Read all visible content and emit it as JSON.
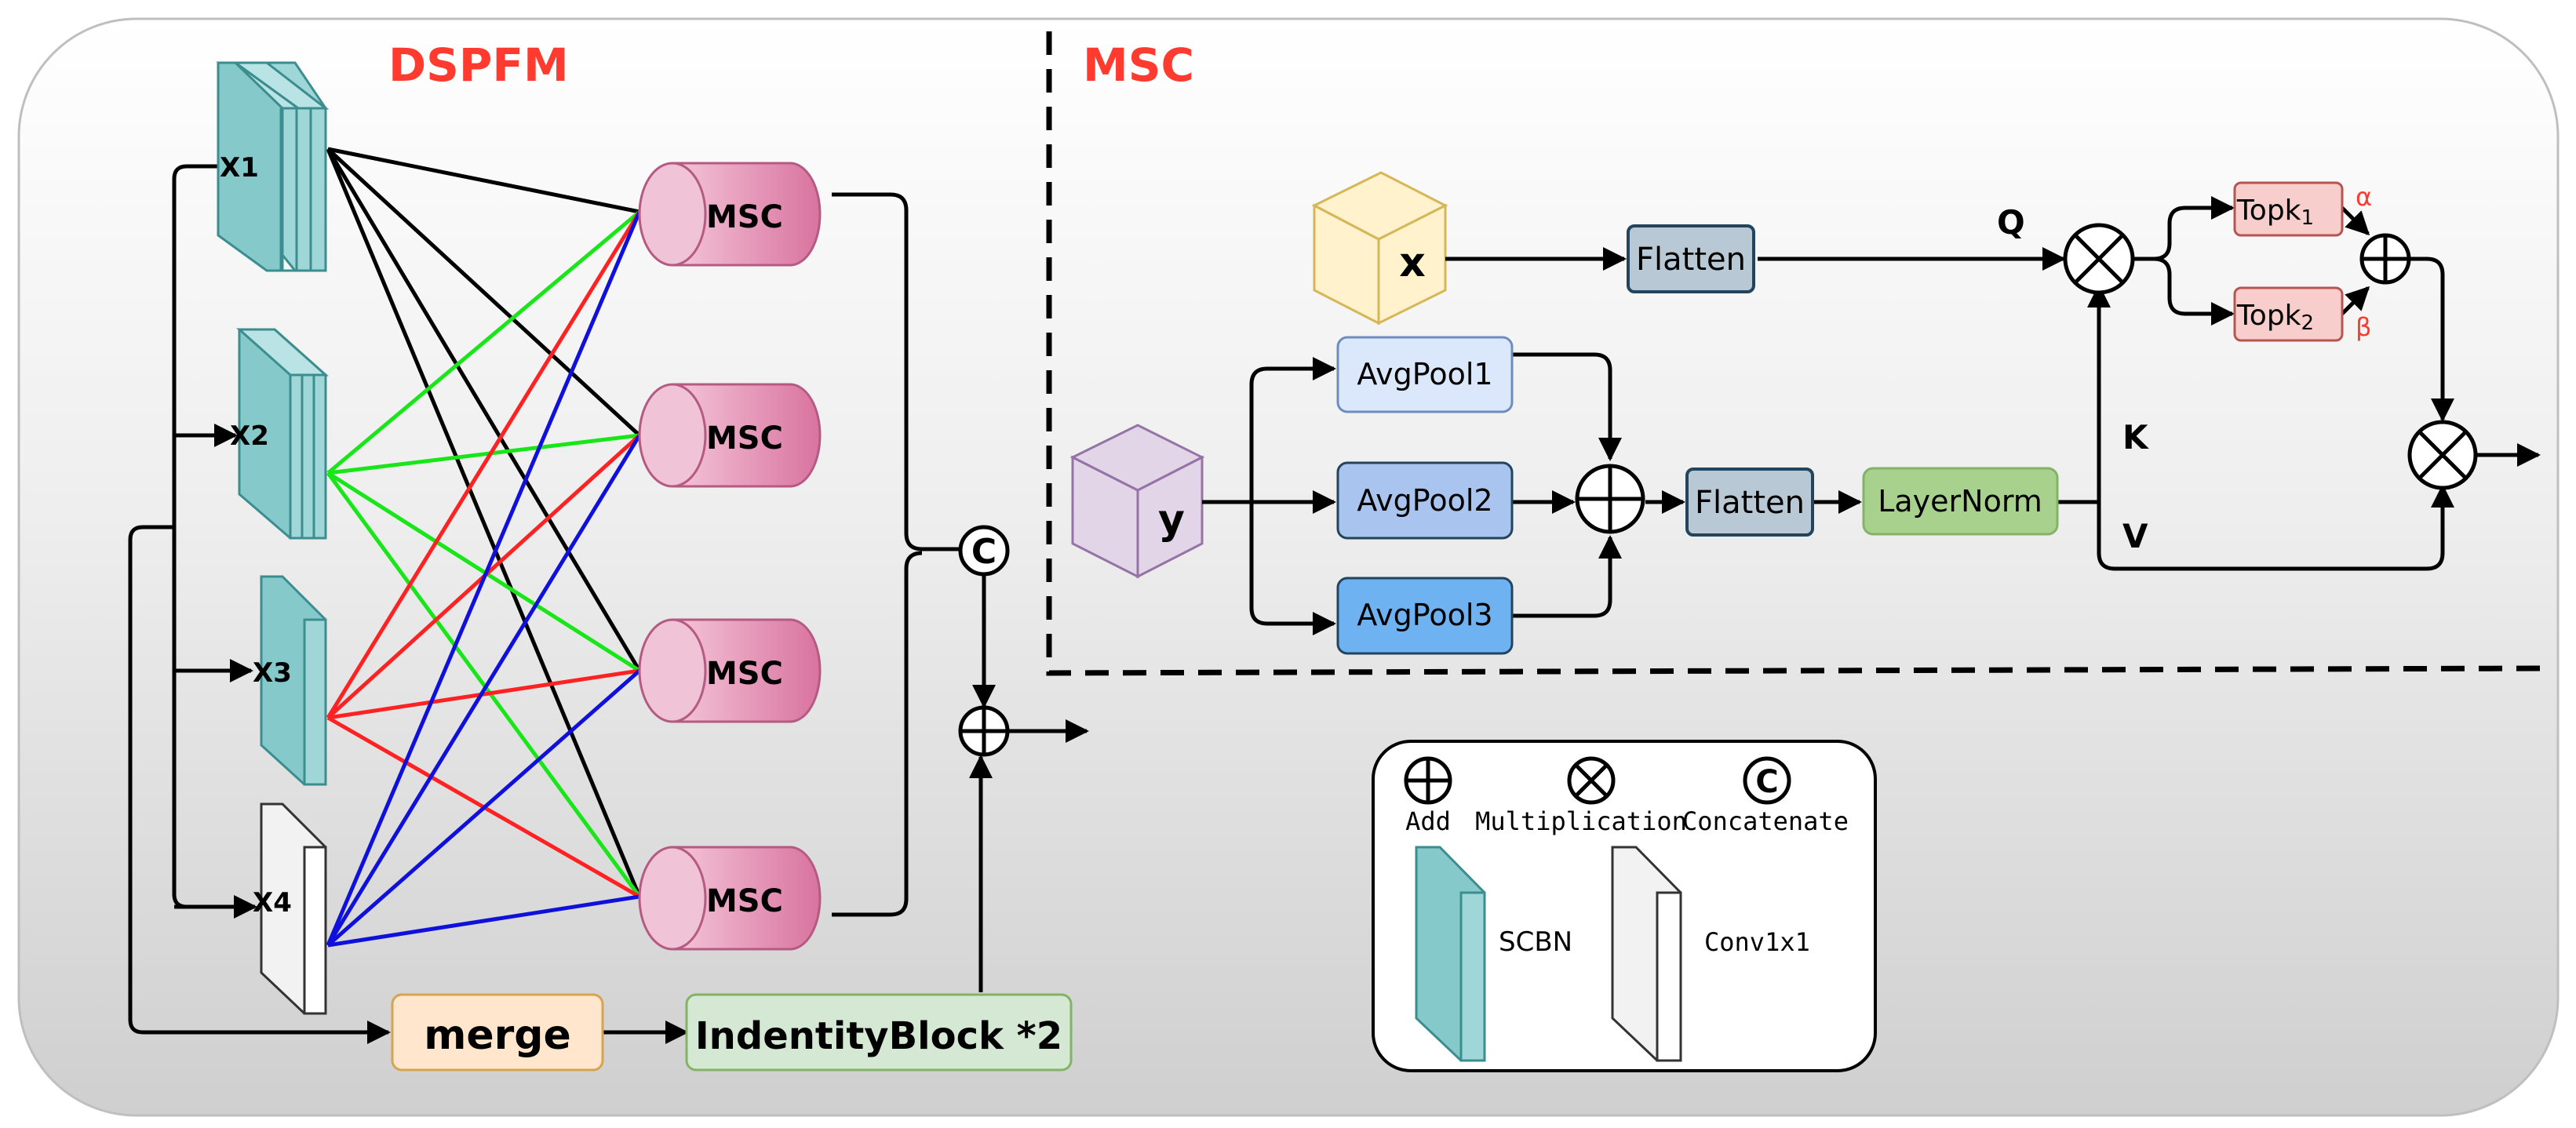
{
  "sections": {
    "dspfm_title": "DSPFM",
    "msc_title": "MSC"
  },
  "dspfm": {
    "inputs": [
      {
        "label": "X1"
      },
      {
        "label": "X2"
      },
      {
        "label": "X3"
      },
      {
        "label": "X4"
      }
    ],
    "msc_blocks": [
      {
        "label": "MSC"
      },
      {
        "label": "MSC"
      },
      {
        "label": "MSC"
      },
      {
        "label": "MSC"
      }
    ],
    "concat_symbol": "C",
    "merge_label": "merge",
    "identity_label": "IndentityBlock *2",
    "line_colors": {
      "x1": "#000000",
      "x2": "#19e619",
      "x3": "#ff2222",
      "x4": "#1010dd"
    }
  },
  "msc": {
    "x_cube_label": "x",
    "y_cube_label": "y",
    "flatten_top_label": "Flatten",
    "flatten_mid_label": "Flatten",
    "avgpool_labels": [
      "AvgPool1",
      "AvgPool2",
      "AvgPool3"
    ],
    "layernorm_label": "LayerNorm",
    "q_label": "Q",
    "k_label": "K",
    "v_label": "V",
    "topk1_label": "Topk",
    "topk1_sub": "1",
    "topk2_label": "Topk",
    "topk2_sub": "2",
    "alpha_label": "α",
    "beta_label": "β"
  },
  "legend": {
    "add_label": "Add",
    "mult_label": "Multiplication",
    "concat_label": "Concatenate",
    "concat_symbol": "C",
    "scbn_label": "SCBN",
    "conv_label": "Conv1x1"
  },
  "colors": {
    "title_red": "#ff3b30",
    "msc_pink": "#d9739f",
    "avgpool_light": "#dbe8fb",
    "avgpool_mid": "#a9c4ee",
    "avgpool_dark": "#6fb2f2",
    "flatten_fill": "#b8c8d4",
    "layernorm_fill": "#a9d18e",
    "topk_fill": "#f8cecc",
    "merge_fill": "#ffe6cc",
    "identity_fill": "#d5e8d4",
    "scbn_fill": "#9fd6d8"
  }
}
